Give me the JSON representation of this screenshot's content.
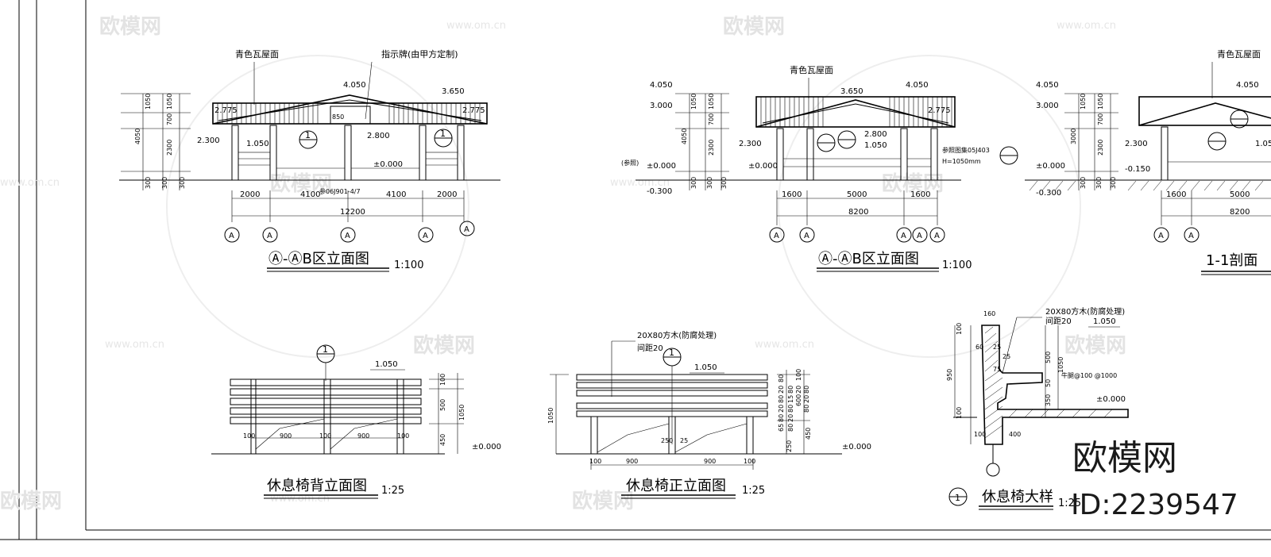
{
  "watermarks": {
    "brand": "欧模网",
    "site": "www.om.cn"
  },
  "stamp": {
    "logo": "欧模网",
    "id": "ID:2239547"
  },
  "elevation_left": {
    "title_prefix": "Ⓐ-ⒶB区立面图",
    "scale": "1:100",
    "roof_note": "青色瓦屋面",
    "sign_note": "指示牌(由甲方定制)",
    "levels": [
      "4.050",
      "3.650",
      "2.775",
      "2.775",
      "2.300",
      "1.050",
      "±0.000",
      "2.800"
    ],
    "vertical_dims": [
      "1050",
      "1050",
      "700",
      "4050",
      "2300",
      "300",
      "300",
      "300"
    ],
    "small_dims": [
      "850"
    ],
    "note": "参06J901-4/7",
    "horizontal_dims": [
      "2000",
      "4100",
      "4100",
      "2000"
    ],
    "total_dim": "12200",
    "axes": [
      "A",
      "A",
      "A",
      "A",
      "A"
    ],
    "detail_mark": "1"
  },
  "elevation_mid": {
    "title_prefix": "Ⓐ-ⒶB区立面图",
    "scale": "1:100",
    "roof_note": "青色瓦屋面",
    "levels": [
      "4.050",
      "3.000",
      "4.050",
      "3.650",
      "2.775",
      "2.300",
      "2.800",
      "1.050",
      "±0.000",
      "±0.000",
      "-0.300"
    ],
    "vertical_dims": [
      "1050",
      "1050",
      "700",
      "4050",
      "2300",
      "300",
      "300",
      "300"
    ],
    "note": "参照图集05J403",
    "note2": "H=1050mm",
    "note3": "(参照)",
    "horizontal_dims": [
      "1600",
      "5000",
      "1600"
    ],
    "total_dim": "8200",
    "axes": [
      "A",
      "A",
      "A",
      "A",
      "A"
    ]
  },
  "section_right": {
    "title": "1-1剖面",
    "roof_note": "青色瓦屋面",
    "levels": [
      "4.050",
      "3.000",
      "4.050",
      "2.300",
      "1.05",
      "±0.000",
      "-0.150",
      "-0.300"
    ],
    "vertical_dims": [
      "1050",
      "1050",
      "700",
      "3000",
      "2300",
      "300",
      "300",
      "300"
    ],
    "horizontal_dims": [
      "1600",
      "5000"
    ],
    "total_dim": "8200",
    "axes": [
      "A",
      "A"
    ]
  },
  "bench_back": {
    "title": "休息椅背立面图",
    "scale": "1:25",
    "level_top": "1.050",
    "level_bottom": "±0.000",
    "dims_bottom": [
      "100",
      "900",
      "100",
      "900",
      "100"
    ],
    "dims_right": [
      "100",
      "500",
      "1050",
      "450"
    ],
    "detail_mark": "1"
  },
  "bench_front": {
    "title": "休息椅正立面图",
    "scale": "1:25",
    "note": "20X80方木(防腐处理)",
    "note2": "间距20",
    "level_top": "1.050",
    "level_bottom": "±0.000",
    "dims_bottom": [
      "100",
      "900",
      "250",
      "25",
      "900",
      "100"
    ],
    "dims_left": [
      "1050"
    ],
    "dims_right": [
      "100",
      "600",
      "450",
      "250"
    ],
    "dims_stack": [
      "80",
      "20",
      "80",
      "20",
      "80",
      "65",
      "80",
      "15",
      "80",
      "20",
      "80",
      "20",
      "80",
      "20",
      "80"
    ],
    "detail_mark": "1"
  },
  "bench_detail": {
    "title": "休息椅大样",
    "scale": "1:25",
    "detail_mark": "1",
    "note": "20X80方木(防腐处理)",
    "note2": "间距20",
    "note3": "牛腿@100 @1000",
    "level_top": "1.050",
    "level_bottom": "±0.000",
    "dims": [
      "160",
      "100",
      "60",
      "25",
      "25",
      "75",
      "500",
      "1050",
      "950",
      "350",
      "100",
      "50",
      "100",
      "400"
    ]
  }
}
